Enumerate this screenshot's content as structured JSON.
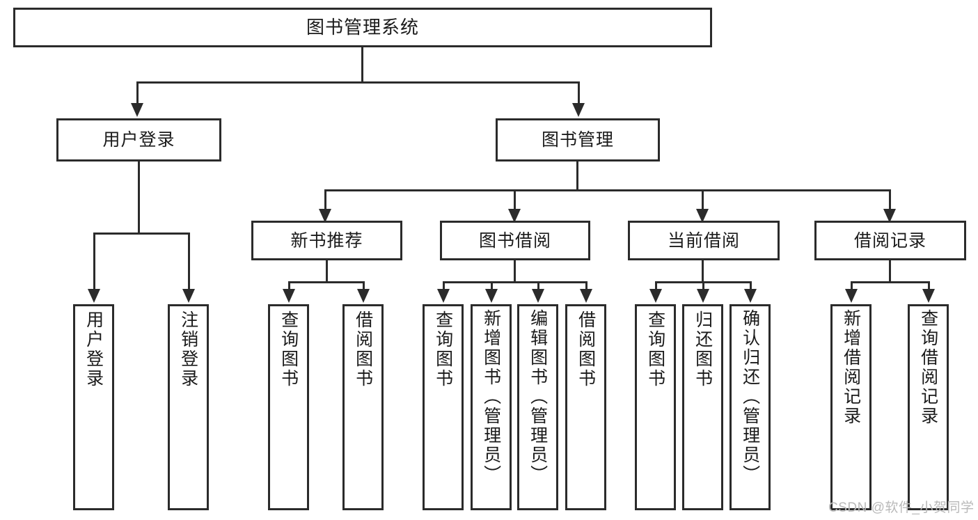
{
  "diagram": {
    "title": "图书管理系统",
    "type": "function-structure-tree",
    "root": {
      "label": "图书管理系统"
    },
    "level2": [
      {
        "label": "用户登录"
      },
      {
        "label": "图书管理"
      }
    ],
    "level3": [
      {
        "label": "新书推荐"
      },
      {
        "label": "图书借阅"
      },
      {
        "label": "当前借阅"
      },
      {
        "label": "借阅记录"
      }
    ],
    "leaves": {
      "user_login": [
        {
          "label": "用户登录"
        },
        {
          "label": "注销登录"
        }
      ],
      "new_book_recommend": [
        {
          "label": "查询图书"
        },
        {
          "label": "借阅图书"
        }
      ],
      "book_borrow": [
        {
          "label": "查询图书"
        },
        {
          "label": "新增图书（管理员）"
        },
        {
          "label": "编辑图书（管理员）"
        },
        {
          "label": "借阅图书"
        }
      ],
      "current_borrow": [
        {
          "label": "查询图书"
        },
        {
          "label": "归还图书"
        },
        {
          "label": "确认归还（管理员）"
        }
      ],
      "borrow_record": [
        {
          "label": "新增借阅记录"
        },
        {
          "label": "查询借阅记录"
        }
      ]
    }
  },
  "watermark": {
    "text": "CSDN @软件_小贺同学"
  },
  "colors": {
    "stroke": "#2b2b2b",
    "fill": "#ffffff",
    "text": "#1a1a1a",
    "watermark": "#b9b9b9"
  }
}
